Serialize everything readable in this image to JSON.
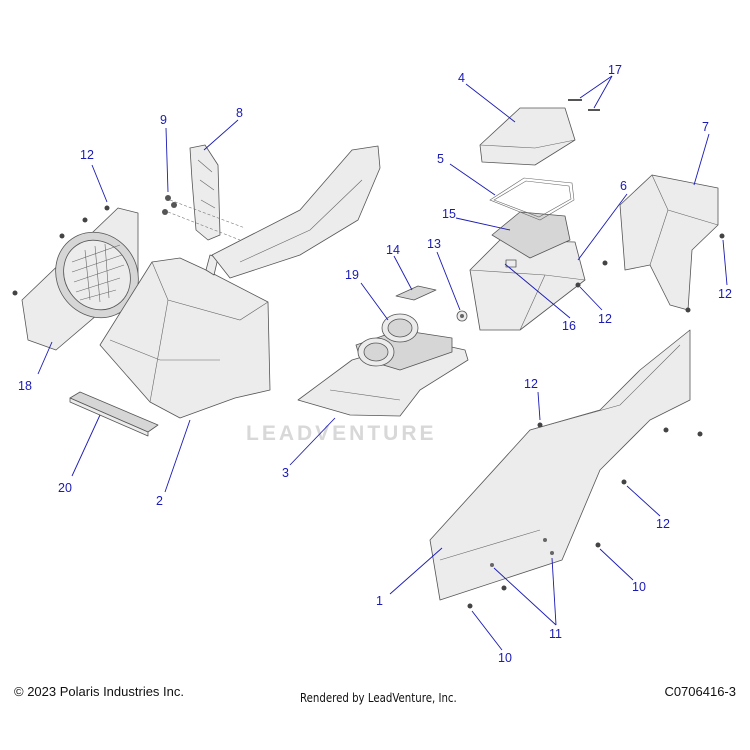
{
  "callouts": {
    "c1": "1",
    "c2": "2",
    "c3": "3",
    "c4": "4",
    "c5": "5",
    "c6": "6",
    "c7": "7",
    "c8": "8",
    "c9": "9",
    "c10": "10",
    "c11": "11",
    "c12": "12",
    "c13": "13",
    "c14": "14",
    "c15": "15",
    "c16": "16",
    "c17": "17",
    "c18": "18",
    "c19": "19",
    "c20": "20"
  },
  "watermark": "LEADVENTURE",
  "footer": {
    "copyright": "© 2023 Polaris Industries Inc.",
    "rendered_by": "Rendered by LeadVenture, Inc.",
    "diagram_code": "C0706416-3"
  }
}
